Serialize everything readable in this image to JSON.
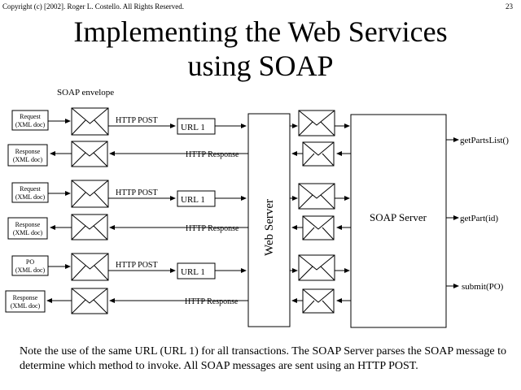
{
  "header": {
    "copyright": "Copyright (c) [2002]. Roger L. Costello. All Rights Reserved.",
    "page_number": "23"
  },
  "title": {
    "line1": "Implementing the Web Services",
    "line2": "using SOAP"
  },
  "diagram": {
    "envelope_label": "SOAP envelope",
    "rows": [
      {
        "request": {
          "line1": "Request",
          "line2": "(XML doc)"
        },
        "post_label": "HTTP POST",
        "url": "URL 1",
        "response": {
          "line1": "Response",
          "line2": "(XML doc)"
        },
        "response_label": "HTTP Response"
      },
      {
        "request": {
          "line1": "Request",
          "line2": "(XML doc)"
        },
        "post_label": "HTTP POST",
        "url": "URL 1",
        "response": {
          "line1": "Response",
          "line2": "(XML doc)"
        },
        "response_label": "HTTP Response"
      },
      {
        "request": {
          "line1": "PO",
          "line2": "(XML doc)"
        },
        "post_label": "HTTP POST",
        "url": "URL 1",
        "response": {
          "line1": "Response",
          "line2": "(XML doc)"
        },
        "response_label": "HTTP Response"
      }
    ],
    "web_server_label": "Web Server",
    "soap_server_label": "SOAP Server",
    "methods": [
      "getPartsList()",
      "getPart(id)",
      "submit(PO)"
    ]
  },
  "note": "Note the use of the same URL (URL 1) for all transactions. The SOAP Server parses the SOAP message to determine which method to invoke.  All SOAP messages are sent using an HTTP POST."
}
